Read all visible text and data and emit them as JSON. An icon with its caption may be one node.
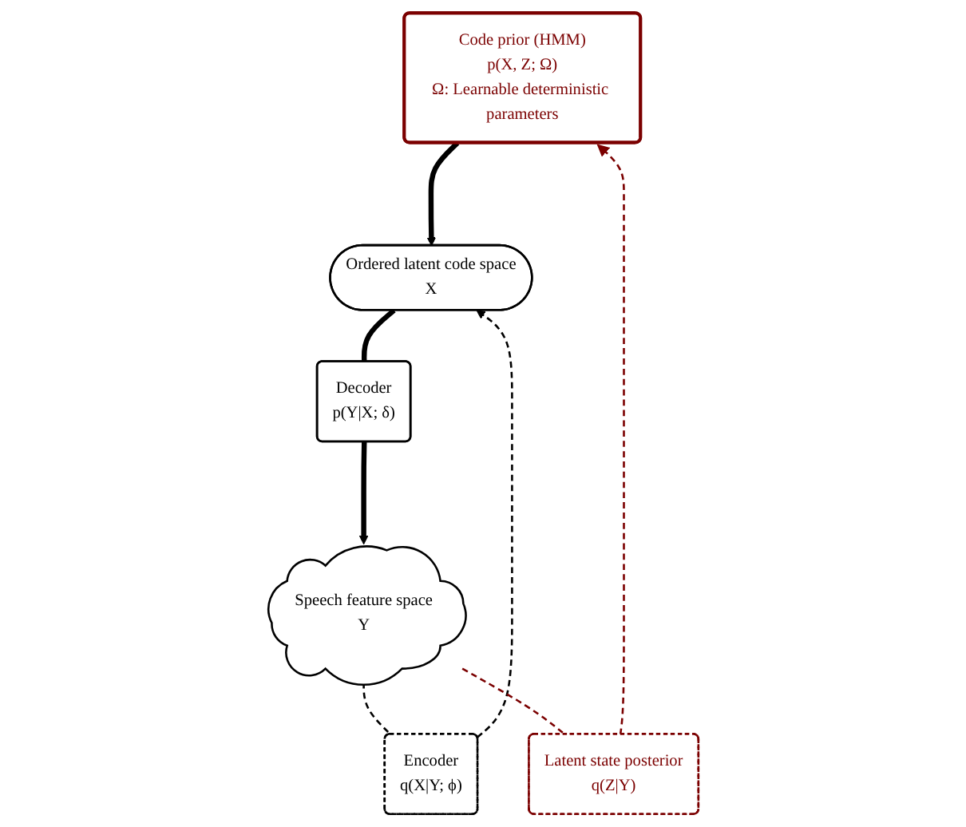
{
  "diagram": {
    "nodes": [
      {
        "text": [
          "Code prior (HMM)",
          "p(X, Z; Ω)",
          "Ω: Learnable deterministic parameters"
        ]
      },
      {
        "text": [
          "Ordered latent code space",
          "X"
        ]
      },
      {
        "text": [
          "Decoder",
          "p(Y|X; δ)"
        ]
      },
      {
        "text": [
          "Speech feature space",
          "Y"
        ]
      },
      {
        "text": [
          "Encoder",
          "q(X|Y; ϕ)"
        ]
      },
      {
        "text": [
          "Latent state posterior",
          "q(Z|Y)"
        ]
      }
    ],
    "edges": [
      {
        "from": 0,
        "to": 1,
        "arrow": "to",
        "style": "thick"
      },
      {
        "from": 1,
        "to": 2,
        "arrow": "none",
        "style": "thick"
      },
      {
        "from": 2,
        "to": 3,
        "arrow": "to",
        "style": "thick"
      },
      {
        "from": 3,
        "to": 4,
        "arrow": "none",
        "style": "dashed"
      },
      {
        "from": 4,
        "to": 1,
        "arrow": "to",
        "style": "dashed"
      },
      {
        "from": 3,
        "to": 5,
        "arrow": "none",
        "style": "dashed",
        "color": "#7b0000"
      },
      {
        "from": 5,
        "to": 0,
        "arrow": "to",
        "style": "dashed",
        "color": "#7b0000"
      }
    ]
  }
}
